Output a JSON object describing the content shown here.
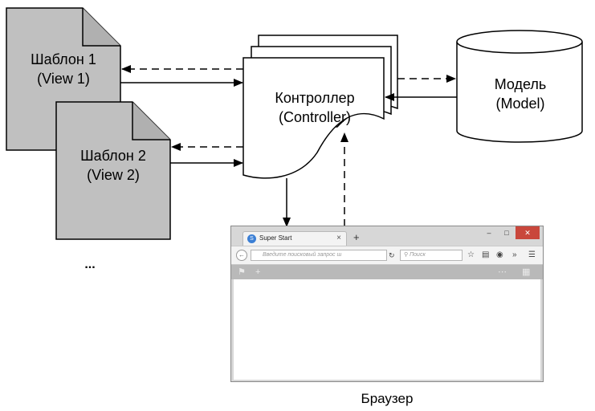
{
  "views": [
    {
      "title": "Шаблон 1",
      "subtitle": "(View 1)"
    },
    {
      "title": "Шаблон 2",
      "subtitle": "(View 2)"
    }
  ],
  "more_views": "...",
  "controller": {
    "title": "Контроллер",
    "subtitle": "(Controller)"
  },
  "model": {
    "title": "Модель",
    "subtitle": "(Model)"
  },
  "browser": {
    "caption": "Браузер",
    "tab_title": "Super Start",
    "tab_icon": "S",
    "tab_close": "×",
    "new_tab": "+",
    "url_placeholder": "Введите поисковый запрос ш",
    "search_placeholder": "Поиск",
    "win_min": "–",
    "win_max": "□",
    "win_close": "✕"
  },
  "colors": {
    "document_fill": "#c0c0c0",
    "controller_fill": "#ffffff",
    "window_close": "#c9473c"
  }
}
